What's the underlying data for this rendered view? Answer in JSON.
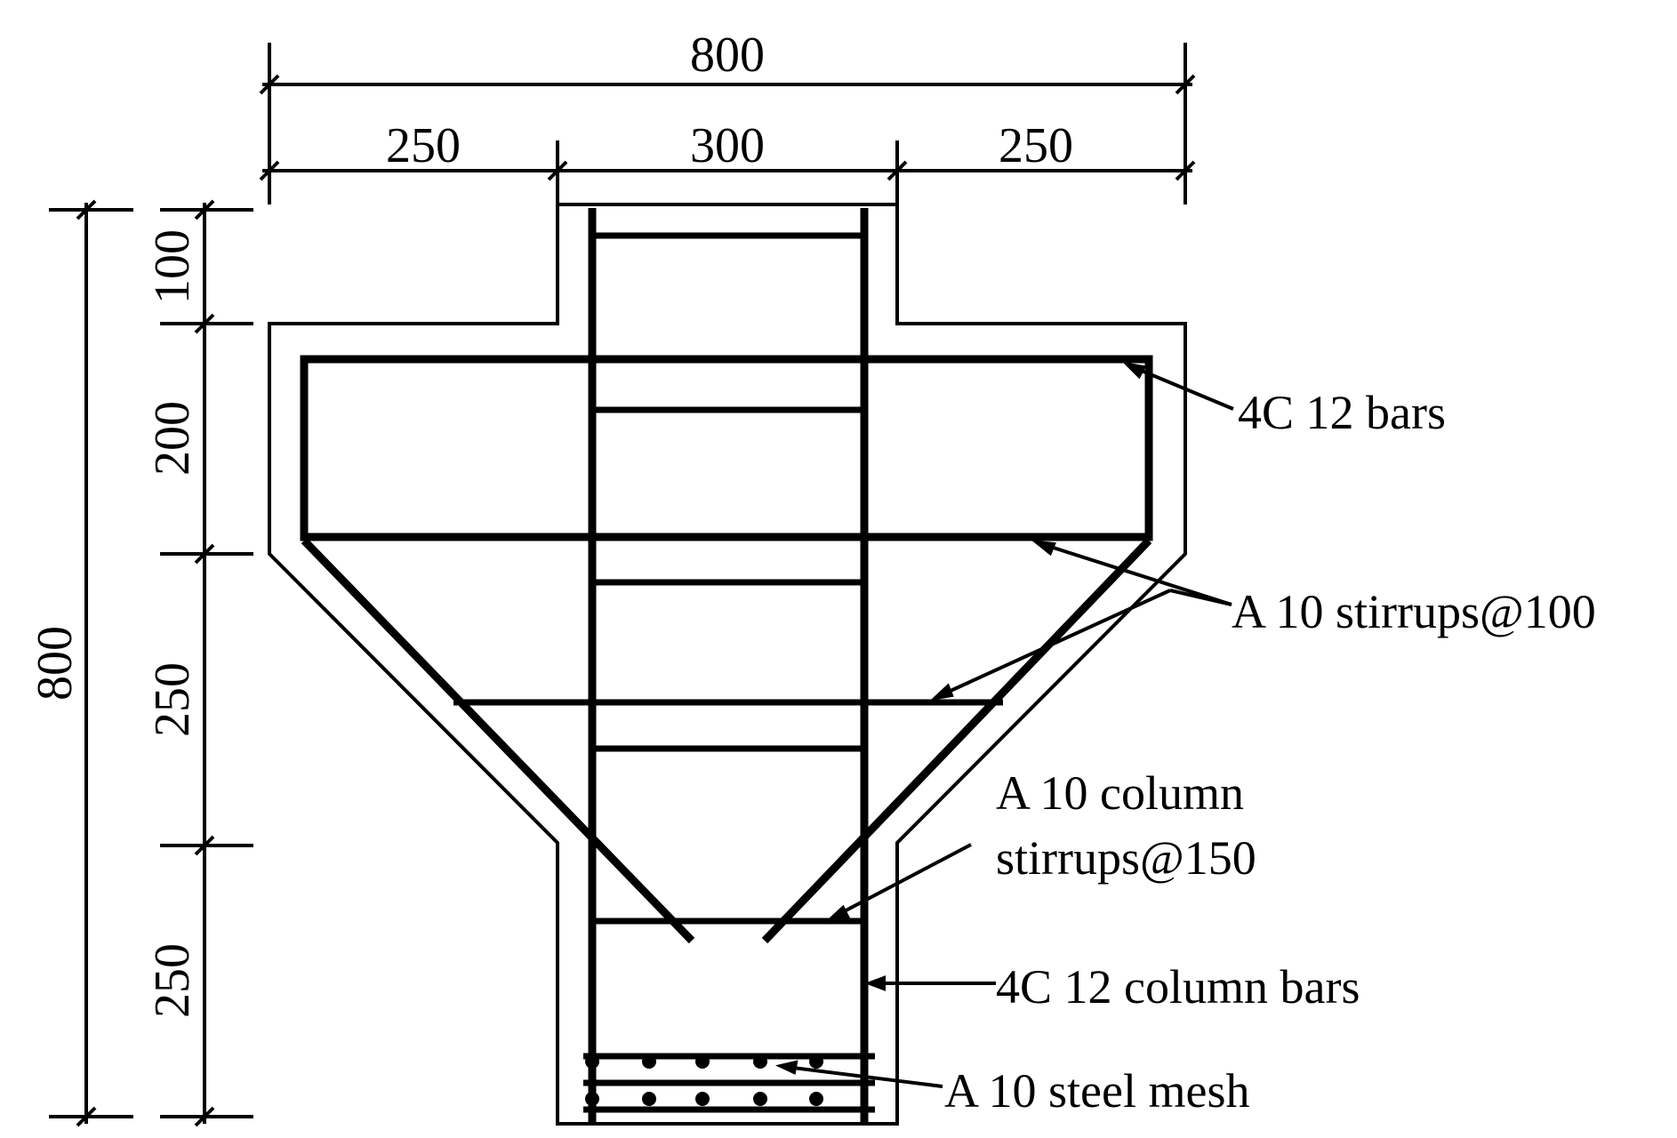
{
  "dimensions": {
    "top_total": "800",
    "top_left": "250",
    "top_middle": "300",
    "top_right": "250",
    "left_total": "800",
    "left_seg_1": "100",
    "left_seg_2": "200",
    "left_seg_3": "250",
    "left_seg_4": "250"
  },
  "labels": {
    "cap_bars": "4C 12 bars",
    "stirrups": "A 10 stirrups@100",
    "column_stirrups_line1": "A 10 column",
    "column_stirrups_line2": "stirrups@150",
    "column_bars": "4C 12 column bars",
    "steel_mesh": "A 10 steel mesh"
  },
  "colors": {
    "line": "#000000",
    "background": "#ffffff"
  }
}
